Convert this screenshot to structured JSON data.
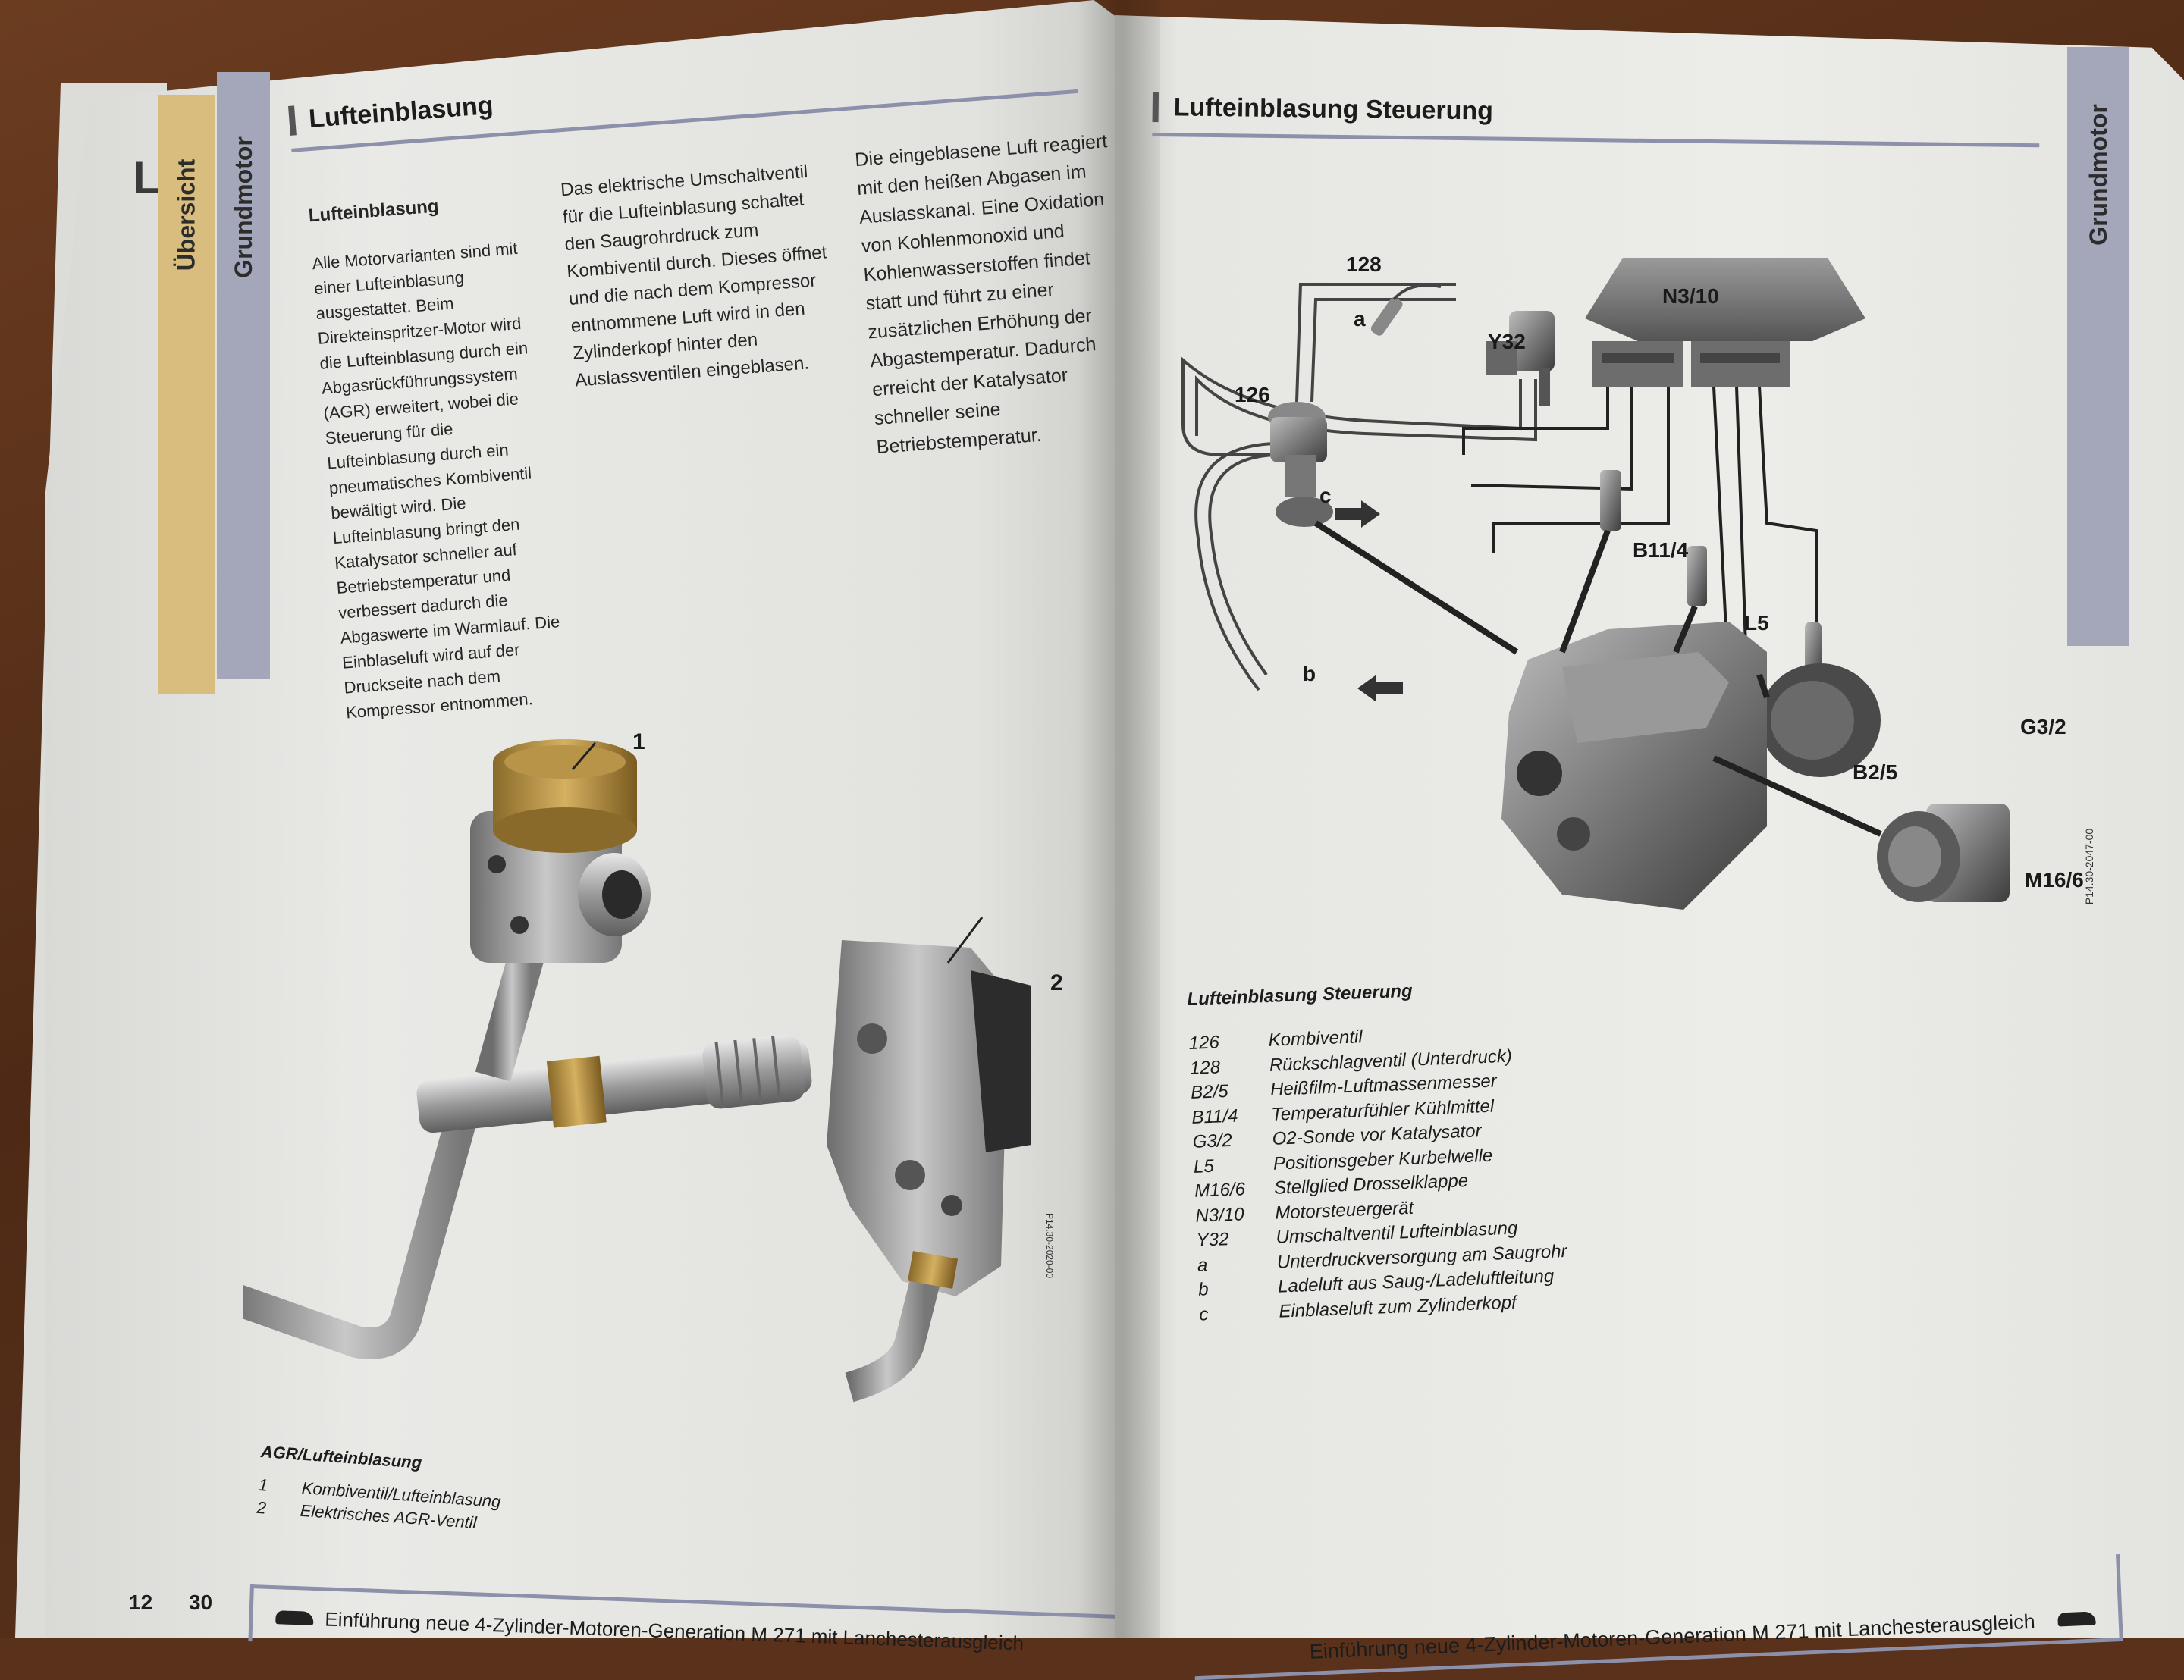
{
  "left_page": {
    "big_letter": "L",
    "tab_uebersicht": "Übersicht",
    "tab_grundmotor": "Grundmotor",
    "heading": "Lufteinblasung",
    "subheading": "Lufteinblasung",
    "column_1": "Alle Motorvarianten sind mit einer Lufteinblasung ausgestattet. Beim Direkteinspritzer-Motor wird die Lufteinblasung durch ein Abgasrückführungssystem (AGR) erweitert, wobei die Steuerung für die Lufteinblasung durch ein pneumatisches Kombiventil bewältigt wird. Die Lufteinblasung bringt den Katalysator schneller auf Betriebstemperatur und verbessert dadurch die Abgaswerte im Warmlauf. Die Einblaseluft wird auf der Druckseite nach dem Kompressor entnommen.",
    "column_2": "Das elektrische Umschaltventil für die Lufteinblasung schaltet den Saugrohrdruck zum Kombiventil durch. Dieses öffnet und die nach dem Kompressor entnommene Luft wird in den Zylinderkopf hinter den Auslassventilen eingeblasen.",
    "column_3": "Die eingeblasene Luft reagiert mit den heißen Abgasen im Auslasskanal. Eine Oxidation von Kohlenmonoxid und Kohlenwasserstoffen findet statt und führt zu einer zusätzlichen Erhöhung der Abgastemperatur. Dadurch erreicht der Katalysator schneller seine Betriebstemperatur.",
    "callout_1": "1",
    "callout_2": "2",
    "figure_caption": "AGR/Lufteinblasung",
    "legend": [
      {
        "num": "1",
        "text": "Kombiventil/Lufteinblasung"
      },
      {
        "num": "2",
        "text": "Elektrisches AGR-Ventil"
      }
    ],
    "page_number_under": "12",
    "page_number": "30",
    "footer_text": "Einführung neue 4-Zylinder-Motoren-Generation M 271 mit Lanchesterausgleich"
  },
  "right_page": {
    "heading": "Lufteinblasung Steuerung",
    "tab_grundmotor": "Grundmotor",
    "diagram_labels": {
      "l128": "128",
      "l126": "126",
      "la": "a",
      "lb": "b",
      "lc": "c",
      "lY32": "Y32",
      "lN310": "N3/10",
      "lB114": "B11/4",
      "lL5": "L5",
      "lG32": "G3/2",
      "lB25": "B2/5",
      "lM166": "M16/6"
    },
    "figure_code": "P14.30-2047-00",
    "legend_title": "Lufteinblasung Steuerung",
    "legend": [
      {
        "code": "126",
        "text": "Kombiventil"
      },
      {
        "code": "128",
        "text": "Rückschlagventil (Unterdruck)"
      },
      {
        "code": "B2/5",
        "text": "Heißfilm-Luftmassenmesser"
      },
      {
        "code": "B11/4",
        "text": "Temperaturfühler Kühlmittel"
      },
      {
        "code": "G3/2",
        "text": "O2-Sonde vor Katalysator"
      },
      {
        "code": "L5",
        "text": "Positionsgeber Kurbelwelle"
      },
      {
        "code": "M16/6",
        "text": "Stellglied Drosselklappe"
      },
      {
        "code": "N3/10",
        "text": "Motorsteuergerät"
      },
      {
        "code": "Y32",
        "text": "Umschaltventil Lufteinblasung"
      },
      {
        "code": "a",
        "text": "Unterdruckversorgung am Saugrohr"
      },
      {
        "code": "b",
        "text": "Ladeluft aus Saug-/Ladeluftleitung"
      },
      {
        "code": "c",
        "text": "Einblaseluft zum Zylinderkopf"
      }
    ],
    "footer_text": "Einführung neue 4-Zylinder-Motoren-Generation M 271 mit Lanchesterausgleich"
  },
  "colors": {
    "tab_gold": "#d8bd7e",
    "tab_blue_grey": "#a4a7ba",
    "rule_blue": "#8c90aa",
    "paper": "#e9e9e6",
    "wood": "#5a321c"
  }
}
